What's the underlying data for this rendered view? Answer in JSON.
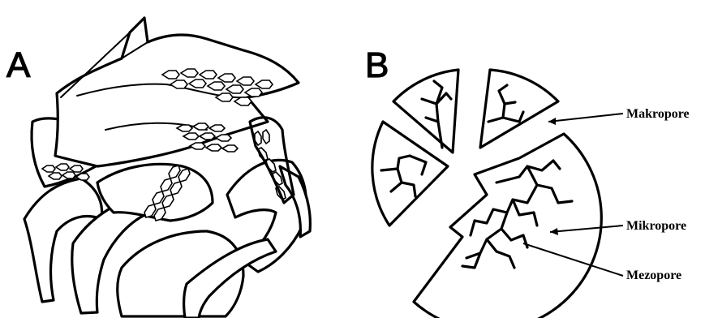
{
  "panels": {
    "a": {
      "letter": "A"
    },
    "b": {
      "letter": "B"
    }
  },
  "callouts": {
    "makropore": "Makropore",
    "mikropore": "Mikropore",
    "mezopore": "Mezopore"
  }
}
